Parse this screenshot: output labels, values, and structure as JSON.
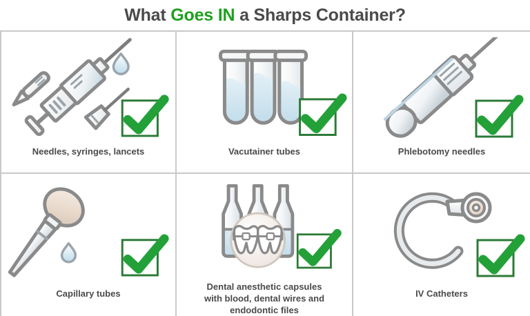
{
  "header": {
    "title_before": "What ",
    "title_highlight": "Goes IN",
    "title_after": " a Sharps Container?",
    "highlight_color": "#1fa01f",
    "text_color": "#4a4a4a"
  },
  "theme": {
    "grid_line_color": "#c9c9c9",
    "background": "#ffffff",
    "label_color": "#4a4a4a",
    "check_box_border": "#2b7a36",
    "check_mark_color": "#23a138",
    "illustration_outline": "#8a8a8a",
    "illustration_fill_light": "#f2f4f5",
    "illustration_fill_blue": "#cfe4ef",
    "illustration_fill_tan": "#e5d7cb"
  },
  "items": [
    {
      "id": "needles-syringes-lancets",
      "label": "Needles, syringes, lancets",
      "icon": "syringe-icon",
      "status_icon": "green-check-box-icon",
      "allowed": true
    },
    {
      "id": "vacutainer-tubes",
      "label": "Vacutainer tubes",
      "icon": "vacutainer-tubes-icon",
      "status_icon": "green-check-box-icon",
      "allowed": true
    },
    {
      "id": "phlebotomy-needles",
      "label": "Phlebotomy needles",
      "icon": "phlebotomy-needle-icon",
      "status_icon": "green-check-box-icon",
      "allowed": true
    },
    {
      "id": "capillary-tubes",
      "label": "Capillary tubes",
      "icon": "capillary-tube-dropper-icon",
      "status_icon": "green-check-box-icon",
      "allowed": true
    },
    {
      "id": "dental-anesthetic-capsules",
      "label": "Dental anesthetic capsules with blood, dental wires and endodontic files",
      "label_line1": "Dental anesthetic capsules",
      "label_line2": "with blood, dental wires and",
      "label_line3": "endodontic files",
      "icon": "dental-ampoules-icon",
      "status_icon": "green-check-box-icon",
      "allowed": true
    },
    {
      "id": "iv-catheters",
      "label": "IV Catheters",
      "icon": "iv-catheter-icon",
      "status_icon": "green-check-box-icon",
      "allowed": true
    }
  ]
}
